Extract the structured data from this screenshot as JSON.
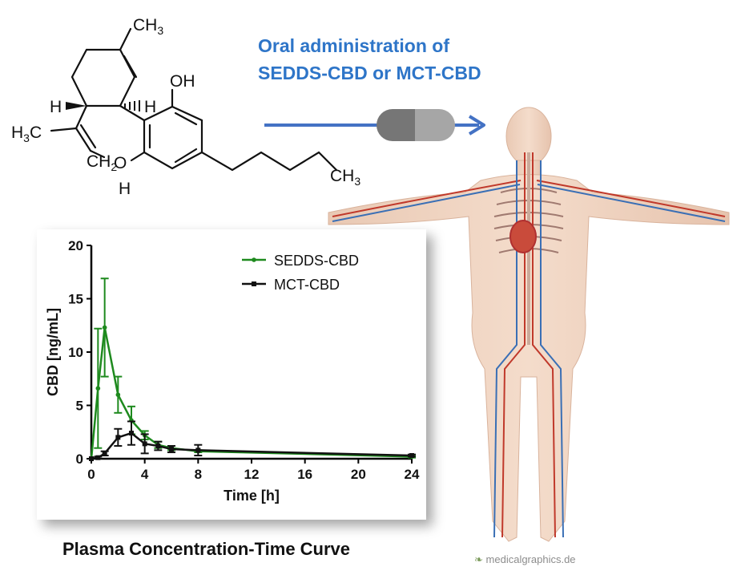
{
  "headline": {
    "line1": "Oral administration of",
    "line2": "SEDDS-CBD or MCT-CBD"
  },
  "molecule": {
    "labels": {
      "ch3_top": "CH",
      "ch3_top_sub": "3",
      "h_left": "H",
      "h_right": "H",
      "oh_top": "OH",
      "h3c": "H",
      "h3c_sub": "3",
      "h3c_c": "C",
      "ch2": "CH",
      "ch2_sub": "2",
      "oh_bottom_o": "O",
      "oh_bottom_h": "H",
      "ch3_tail": "CH",
      "ch3_tail_sub": "3"
    }
  },
  "colors": {
    "sedds": "#1e8a1e",
    "mct": "#111111",
    "arrow": "#4472c4",
    "headline": "#2e75c8"
  },
  "chart_data": {
    "type": "line",
    "xlabel": "Time [h]",
    "ylabel": "CBD [ng/mL]",
    "xlim": [
      0,
      24
    ],
    "ylim": [
      0,
      20
    ],
    "xticks": [
      "0",
      "4",
      "8",
      "12",
      "16",
      "20",
      "24"
    ],
    "yticks": [
      "0",
      "5",
      "10",
      "15",
      "20"
    ],
    "legend_position": "top-right",
    "series": [
      {
        "name": "SEDDS-CBD",
        "color": "#1e8a1e",
        "x": [
          0,
          0.5,
          1,
          2,
          3,
          4,
          5,
          6,
          8,
          24
        ],
        "y": [
          0,
          6.6,
          12.3,
          6.0,
          3.6,
          2.2,
          1.3,
          1.0,
          0.7,
          0.2
        ],
        "err": [
          0,
          5.6,
          4.6,
          1.7,
          1.3,
          0.4,
          0.3,
          0.2,
          0.1,
          0.1
        ]
      },
      {
        "name": "MCT-CBD",
        "color": "#111111",
        "x": [
          0,
          0.5,
          1,
          2,
          3,
          4,
          5,
          6,
          8,
          24
        ],
        "y": [
          0,
          0.1,
          0.5,
          2.0,
          2.4,
          1.4,
          1.2,
          0.9,
          0.8,
          0.3
        ],
        "err": [
          0,
          0.1,
          0.2,
          0.8,
          1.1,
          0.9,
          0.4,
          0.3,
          0.5,
          0.1
        ]
      }
    ]
  },
  "caption": "Plasma Concentration-Time Curve",
  "watermark": "medicalgraphics.de"
}
